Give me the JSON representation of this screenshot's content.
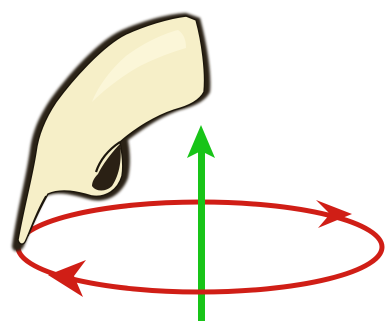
{
  "diagram": {
    "kind": "right-hand-rule-illustration",
    "colors": {
      "background": "#ffffff",
      "rotation_ring": "#d01e16",
      "axis_arrow": "#18c418",
      "hand_fill": "#f6efc8",
      "hand_outline": "#1c160c",
      "hand_shadow": "#2a2014"
    },
    "rotation_direction": "counter-clockwise",
    "axis_direction": "up",
    "icons": [
      "pointing-hand",
      "circular-rotation-arrow",
      "vertical-axis-arrow"
    ]
  }
}
